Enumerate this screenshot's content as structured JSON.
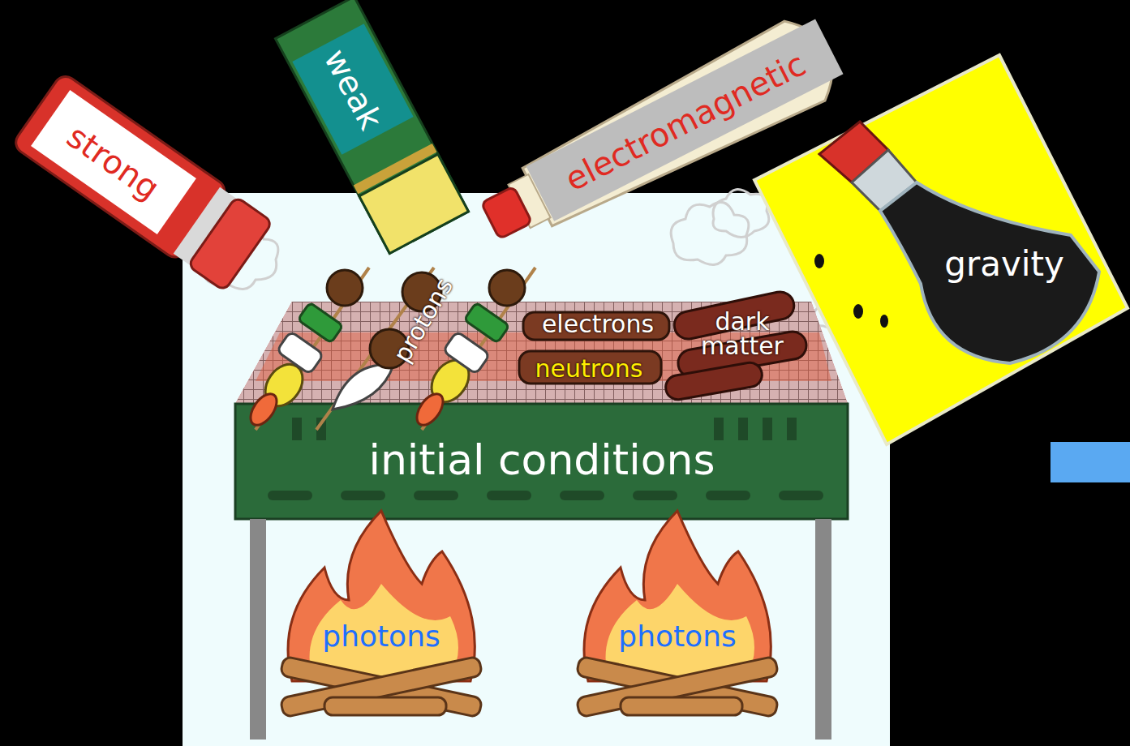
{
  "diagram": {
    "nodes": [
      {
        "text": [
          "strong"
        ]
      },
      {
        "text": [
          "weak"
        ]
      },
      {
        "text": [
          "electromagnetic"
        ]
      },
      {
        "text": [
          "gravity"
        ]
      },
      {
        "text": [
          "initial conditions"
        ]
      },
      {
        "text": [
          "photons"
        ]
      },
      {
        "text": [
          "photons"
        ]
      }
    ],
    "labels": [
      "protons",
      "electrons",
      "neutrons",
      "dark matter"
    ]
  }
}
